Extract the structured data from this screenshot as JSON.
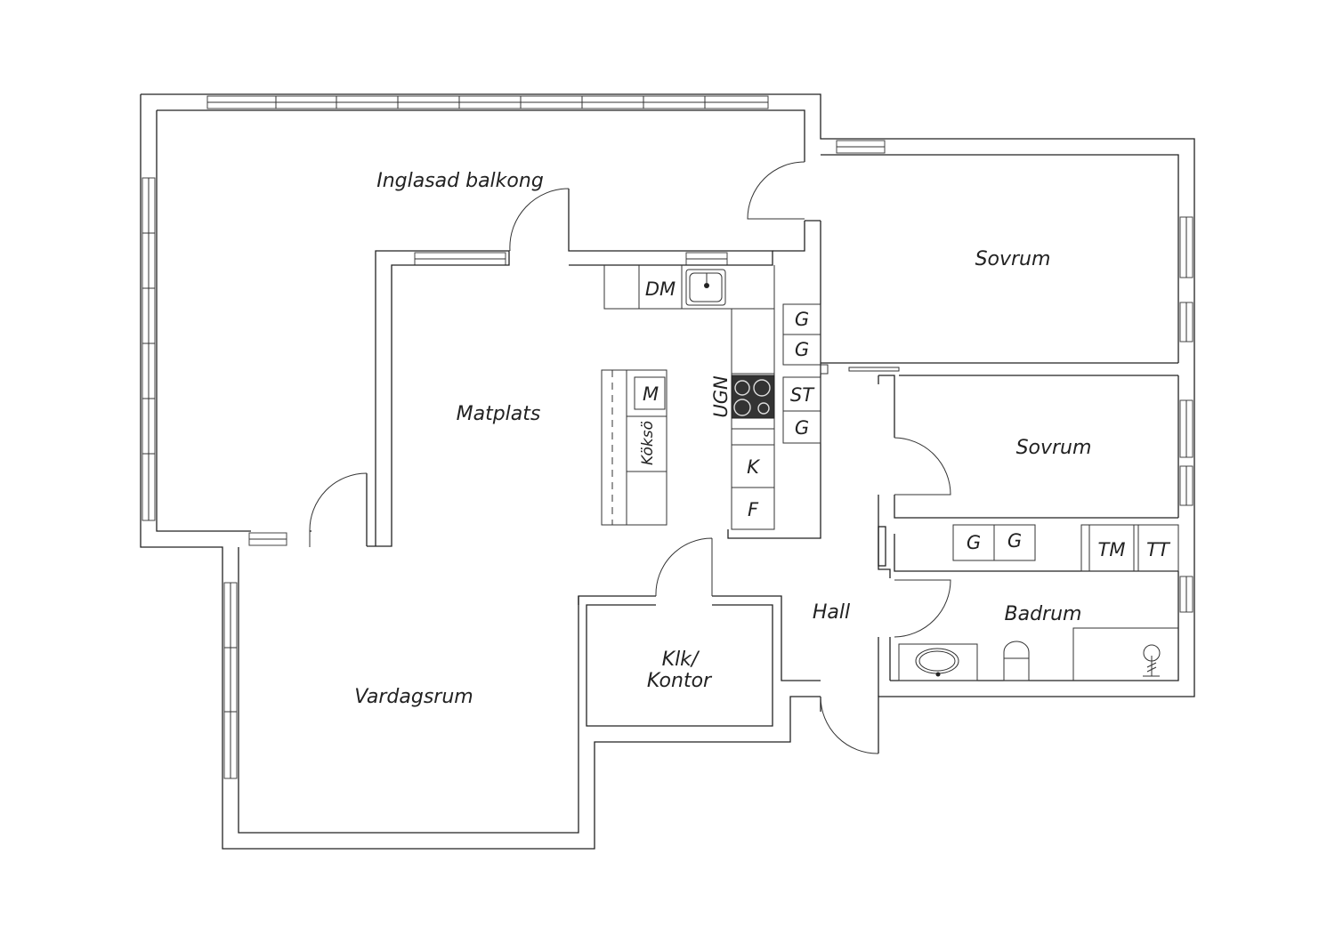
{
  "rooms": {
    "balcony": "Inglasad balkong",
    "bedroom_1": "Sovrum",
    "bedroom_2": "Sovrum",
    "dining": "Matplats",
    "living": "Vardagsrum",
    "office_line1": "Klk/",
    "office_line2": "Kontor",
    "hall": "Hall",
    "bathroom": "Badrum"
  },
  "fixtures": {
    "dishwasher": "DM",
    "oven": "UGN",
    "island": "Köksö",
    "microwave": "M",
    "fridge": "K",
    "freezer": "F",
    "wardrobe_1": "G",
    "wardrobe_2": "G",
    "wardrobe_3": "G",
    "linen_cabinet": "ST",
    "hall_wardrobe_1": "G",
    "hall_wardrobe_2": "G",
    "washing_machine": "TM",
    "dryer": "TT"
  },
  "colors": {
    "line": "#222222",
    "background": "#ffffff",
    "hob": "#333333"
  }
}
